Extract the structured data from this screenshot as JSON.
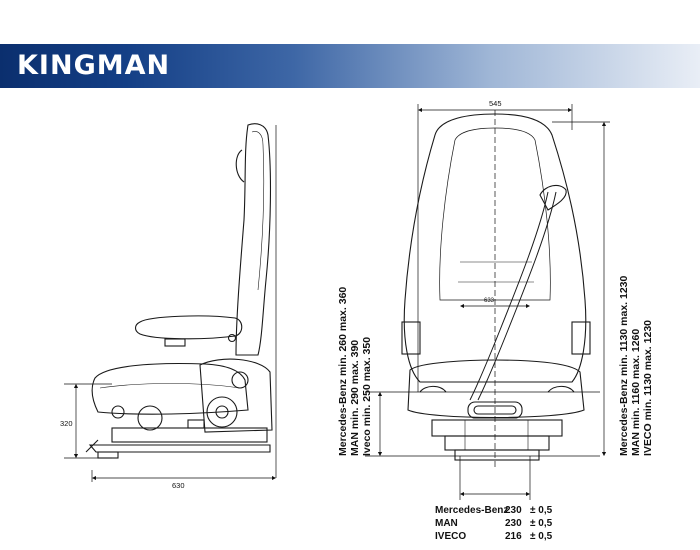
{
  "brand": {
    "title": "KINGMAN"
  },
  "side_view": {
    "depth_label": "630",
    "height_label": "320"
  },
  "front_view": {
    "width_label": "545",
    "inner_width_label": "633"
  },
  "adjust_left": {
    "lines": [
      "Mercedes-Benz min. 260 max. 360",
      "MAN min. 290 max. 390",
      "Iveco min. 250 max. 350"
    ]
  },
  "adjust_right": {
    "lines": [
      "Mercedes-Benz min. 1130 max. 1230",
      "MAN min. 1160 max. 1260",
      "IVECO min. 1130 max. 1230"
    ]
  },
  "base_table": {
    "rows": [
      {
        "brand": "Mercedes-Benz",
        "value": "230",
        "tol": "± 0,5"
      },
      {
        "brand": "MAN",
        "value": "230",
        "tol": "± 0,5"
      },
      {
        "brand": "IVECO",
        "value": "216",
        "tol": "± 0,5"
      }
    ]
  },
  "colors": {
    "banner_dark": "#0b2f6e",
    "banner_light": "#e9eef6",
    "line": "#1a1a1a"
  }
}
